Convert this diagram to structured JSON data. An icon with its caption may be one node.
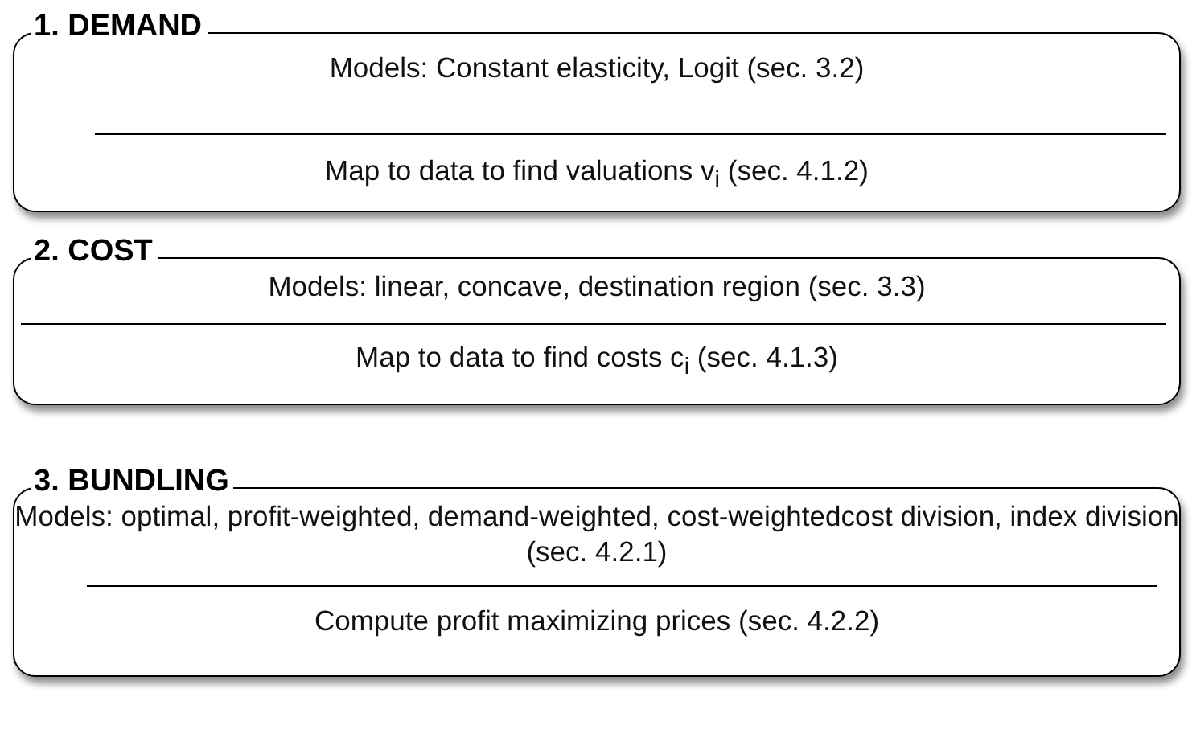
{
  "diagram": {
    "nodes": [
      {
        "text": [
          "1. DEMAND",
          "Models: Constant elasticity, Logit (sec. 3.2)",
          "Map to data to find valuations v$_{i}$ (sec. 4.1.2)"
        ]
      },
      {
        "text": [
          "2. COST",
          "Models: linear, concave, destination region (sec. 3.3)",
          "Map to data to find costs c$_{i}$ (sec. 4.1.3)"
        ]
      },
      {
        "text": [
          "3. BUNDLING",
          "Models: optimal, profit-weighted, demand-weighted, cost-weightedcost division, index division (sec. 4.2.1)",
          "Compute profit maximizing prices (sec. 4.2.2)"
        ]
      }
    ]
  }
}
